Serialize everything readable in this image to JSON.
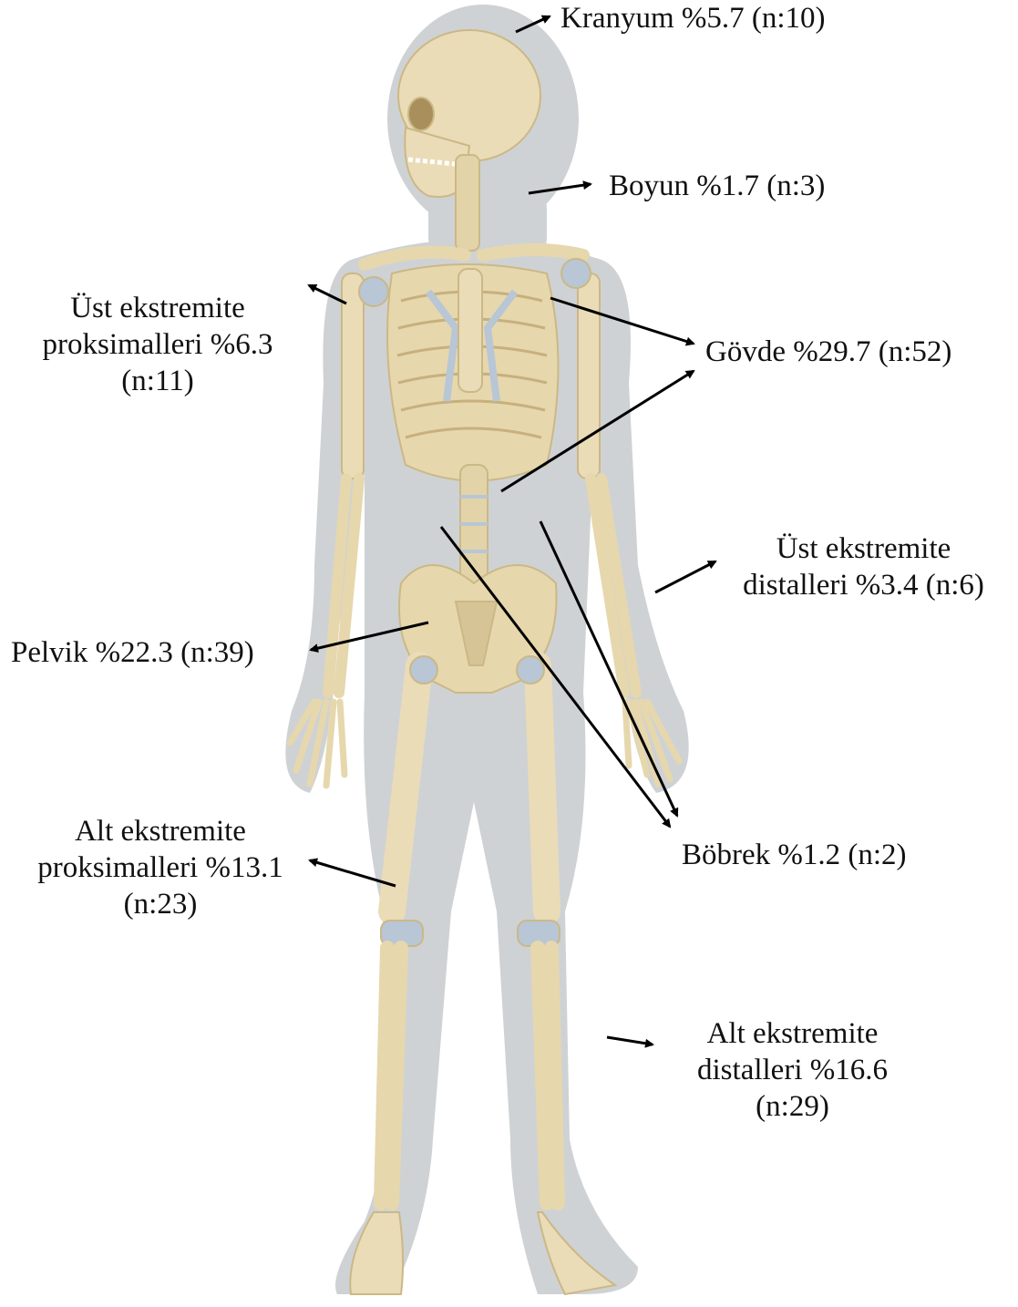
{
  "colors": {
    "silhouette": "#cfd2d4",
    "bone": "#eadcb7",
    "bone_shade": "#d6c496",
    "cartilage": "#b8c6d6",
    "arrow": "#000000",
    "text": "#111111"
  },
  "icons": [
    "skeleton-figure",
    "body-silhouette",
    "arrow"
  ],
  "labels": {
    "kranyum": "Kranyum %5.7 (n:10)",
    "boyun": "Boyun %1.7 (n:3)",
    "ust_proksimal": [
      "Üst ekstremite",
      "proksimalleri %6.3",
      "(n:11)"
    ],
    "govde": "Gövde %29.7 (n:52)",
    "ust_distal": [
      "Üst ekstremite",
      "distalleri %3.4 (n:6)"
    ],
    "pelvik": "Pelvik %22.3 (n:39)",
    "alt_proksimal": [
      "Alt ekstremite",
      "proksimalleri %13.1",
      "(n:23)"
    ],
    "bobrek": "Böbrek %1.2 (n:2)",
    "alt_distal": [
      "Alt ekstremite",
      "distalleri %16.6",
      "(n:29)"
    ]
  }
}
